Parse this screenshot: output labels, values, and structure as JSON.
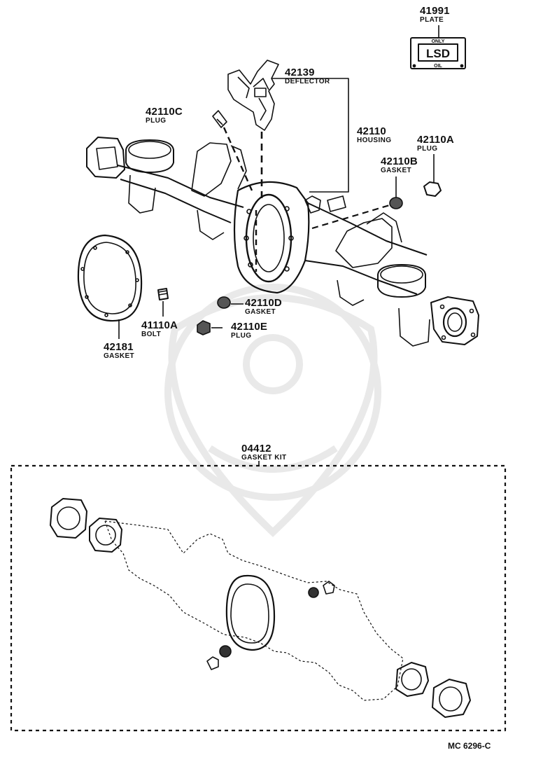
{
  "parts": [
    {
      "id": "41991",
      "number": "41991",
      "name": "PLATE"
    },
    {
      "id": "42139",
      "number": "42139",
      "name": "DEFLECTOR"
    },
    {
      "id": "42110C",
      "number": "42110C",
      "name": "PLUG"
    },
    {
      "id": "42110",
      "number": "42110",
      "name": "HOUSING"
    },
    {
      "id": "42110A",
      "number": "42110A",
      "name": "PLUG"
    },
    {
      "id": "42110B",
      "number": "42110B",
      "name": "GASKET"
    },
    {
      "id": "42110D",
      "number": "42110D",
      "name": "GASKET"
    },
    {
      "id": "41110A",
      "number": "41110A",
      "name": "BOLT"
    },
    {
      "id": "42110E",
      "number": "42110E",
      "name": "PLUG"
    },
    {
      "id": "42181",
      "number": "42181",
      "name": "GASKET"
    },
    {
      "id": "04412",
      "number": "04412",
      "name": "GASKET KIT"
    }
  ],
  "plate": {
    "top_text": "ONLY",
    "main_text": "LSD",
    "bottom_text": "OIL"
  },
  "footer": {
    "code": "MC  6296-C"
  },
  "colors": {
    "ink": "#111111",
    "paper": "#ffffff",
    "watermark": "#e6e6e6"
  }
}
